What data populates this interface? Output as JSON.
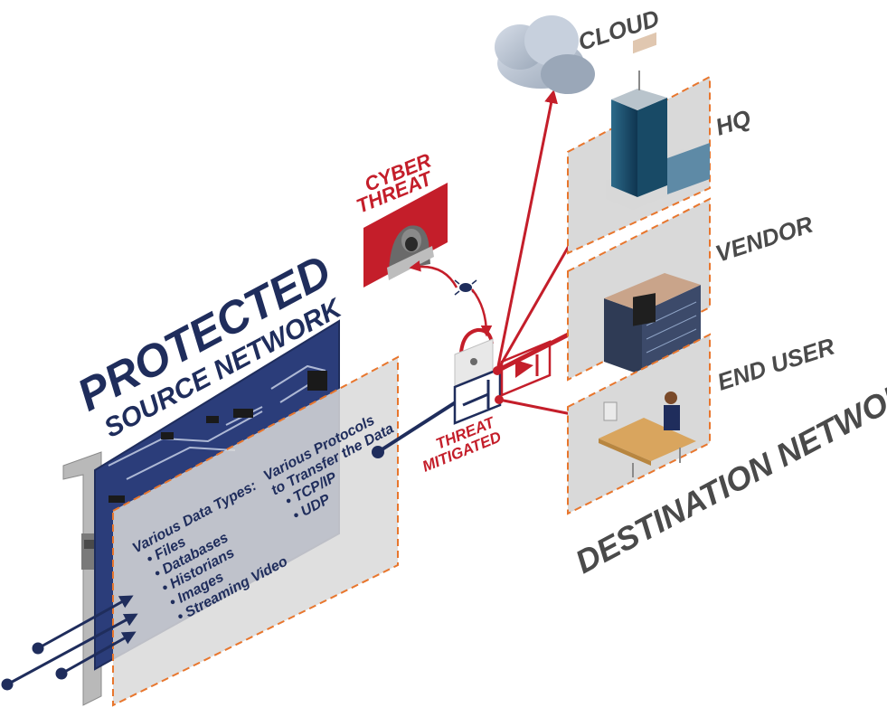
{
  "source": {
    "title_line1": "PROTECTED",
    "title_line2": "SOURCE NETWORK",
    "data_types_heading": "Various Data Types:",
    "data_types": [
      "Files",
      "Databases",
      "Historians",
      "Images",
      "Streaming Video"
    ],
    "protocols_heading_line1": "Various Protocols",
    "protocols_heading_line2": "to Transfer the Data",
    "protocols": [
      "TCP/IP",
      "UDP"
    ],
    "bullet": "•"
  },
  "threat": {
    "label_line1": "CYBER",
    "label_line2": "THREAT",
    "mitigated_line1": "THREAT",
    "mitigated_line2": "MITIGATED"
  },
  "destinations": {
    "cloud": "CLOUD",
    "hq": "HQ",
    "vendor": "VENDOR",
    "end_user": "END USER",
    "network_label": "DESTINATION NETWORK"
  },
  "colors": {
    "navy": "#1f2d5c",
    "red": "#c41e2a",
    "orange_dash": "#e8762d",
    "panel_gray": "#d9d9d9",
    "label_gray": "#4a4a4a"
  }
}
